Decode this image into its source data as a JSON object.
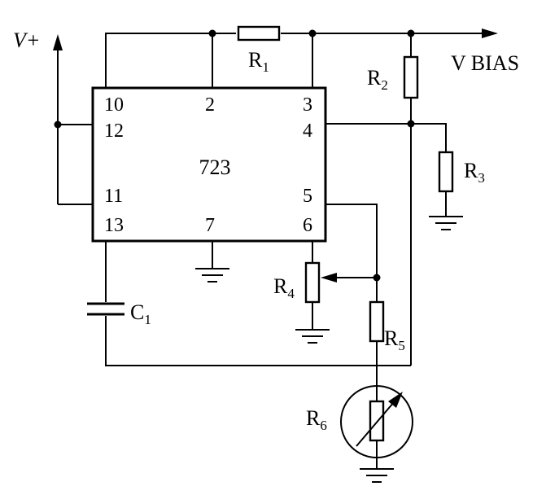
{
  "ic": {
    "label": "723",
    "pins": {
      "p10": "10",
      "p12": "12",
      "p11": "11",
      "p13": "13",
      "p2": "2",
      "p7": "7",
      "p3": "3",
      "p4": "4",
      "p5": "5",
      "p6": "6"
    }
  },
  "labels": {
    "vplus": "V+",
    "vbias": "V BIAS"
  },
  "components": {
    "r1": {
      "letter": "R",
      "sub": "1"
    },
    "r2": {
      "letter": "R",
      "sub": "2"
    },
    "r3": {
      "letter": "R",
      "sub": "3"
    },
    "r4": {
      "letter": "R",
      "sub": "4"
    },
    "r5": {
      "letter": "R",
      "sub": "5"
    },
    "r6": {
      "letter": "R",
      "sub": "6"
    },
    "c1": {
      "letter": "C",
      "sub": "1"
    }
  }
}
